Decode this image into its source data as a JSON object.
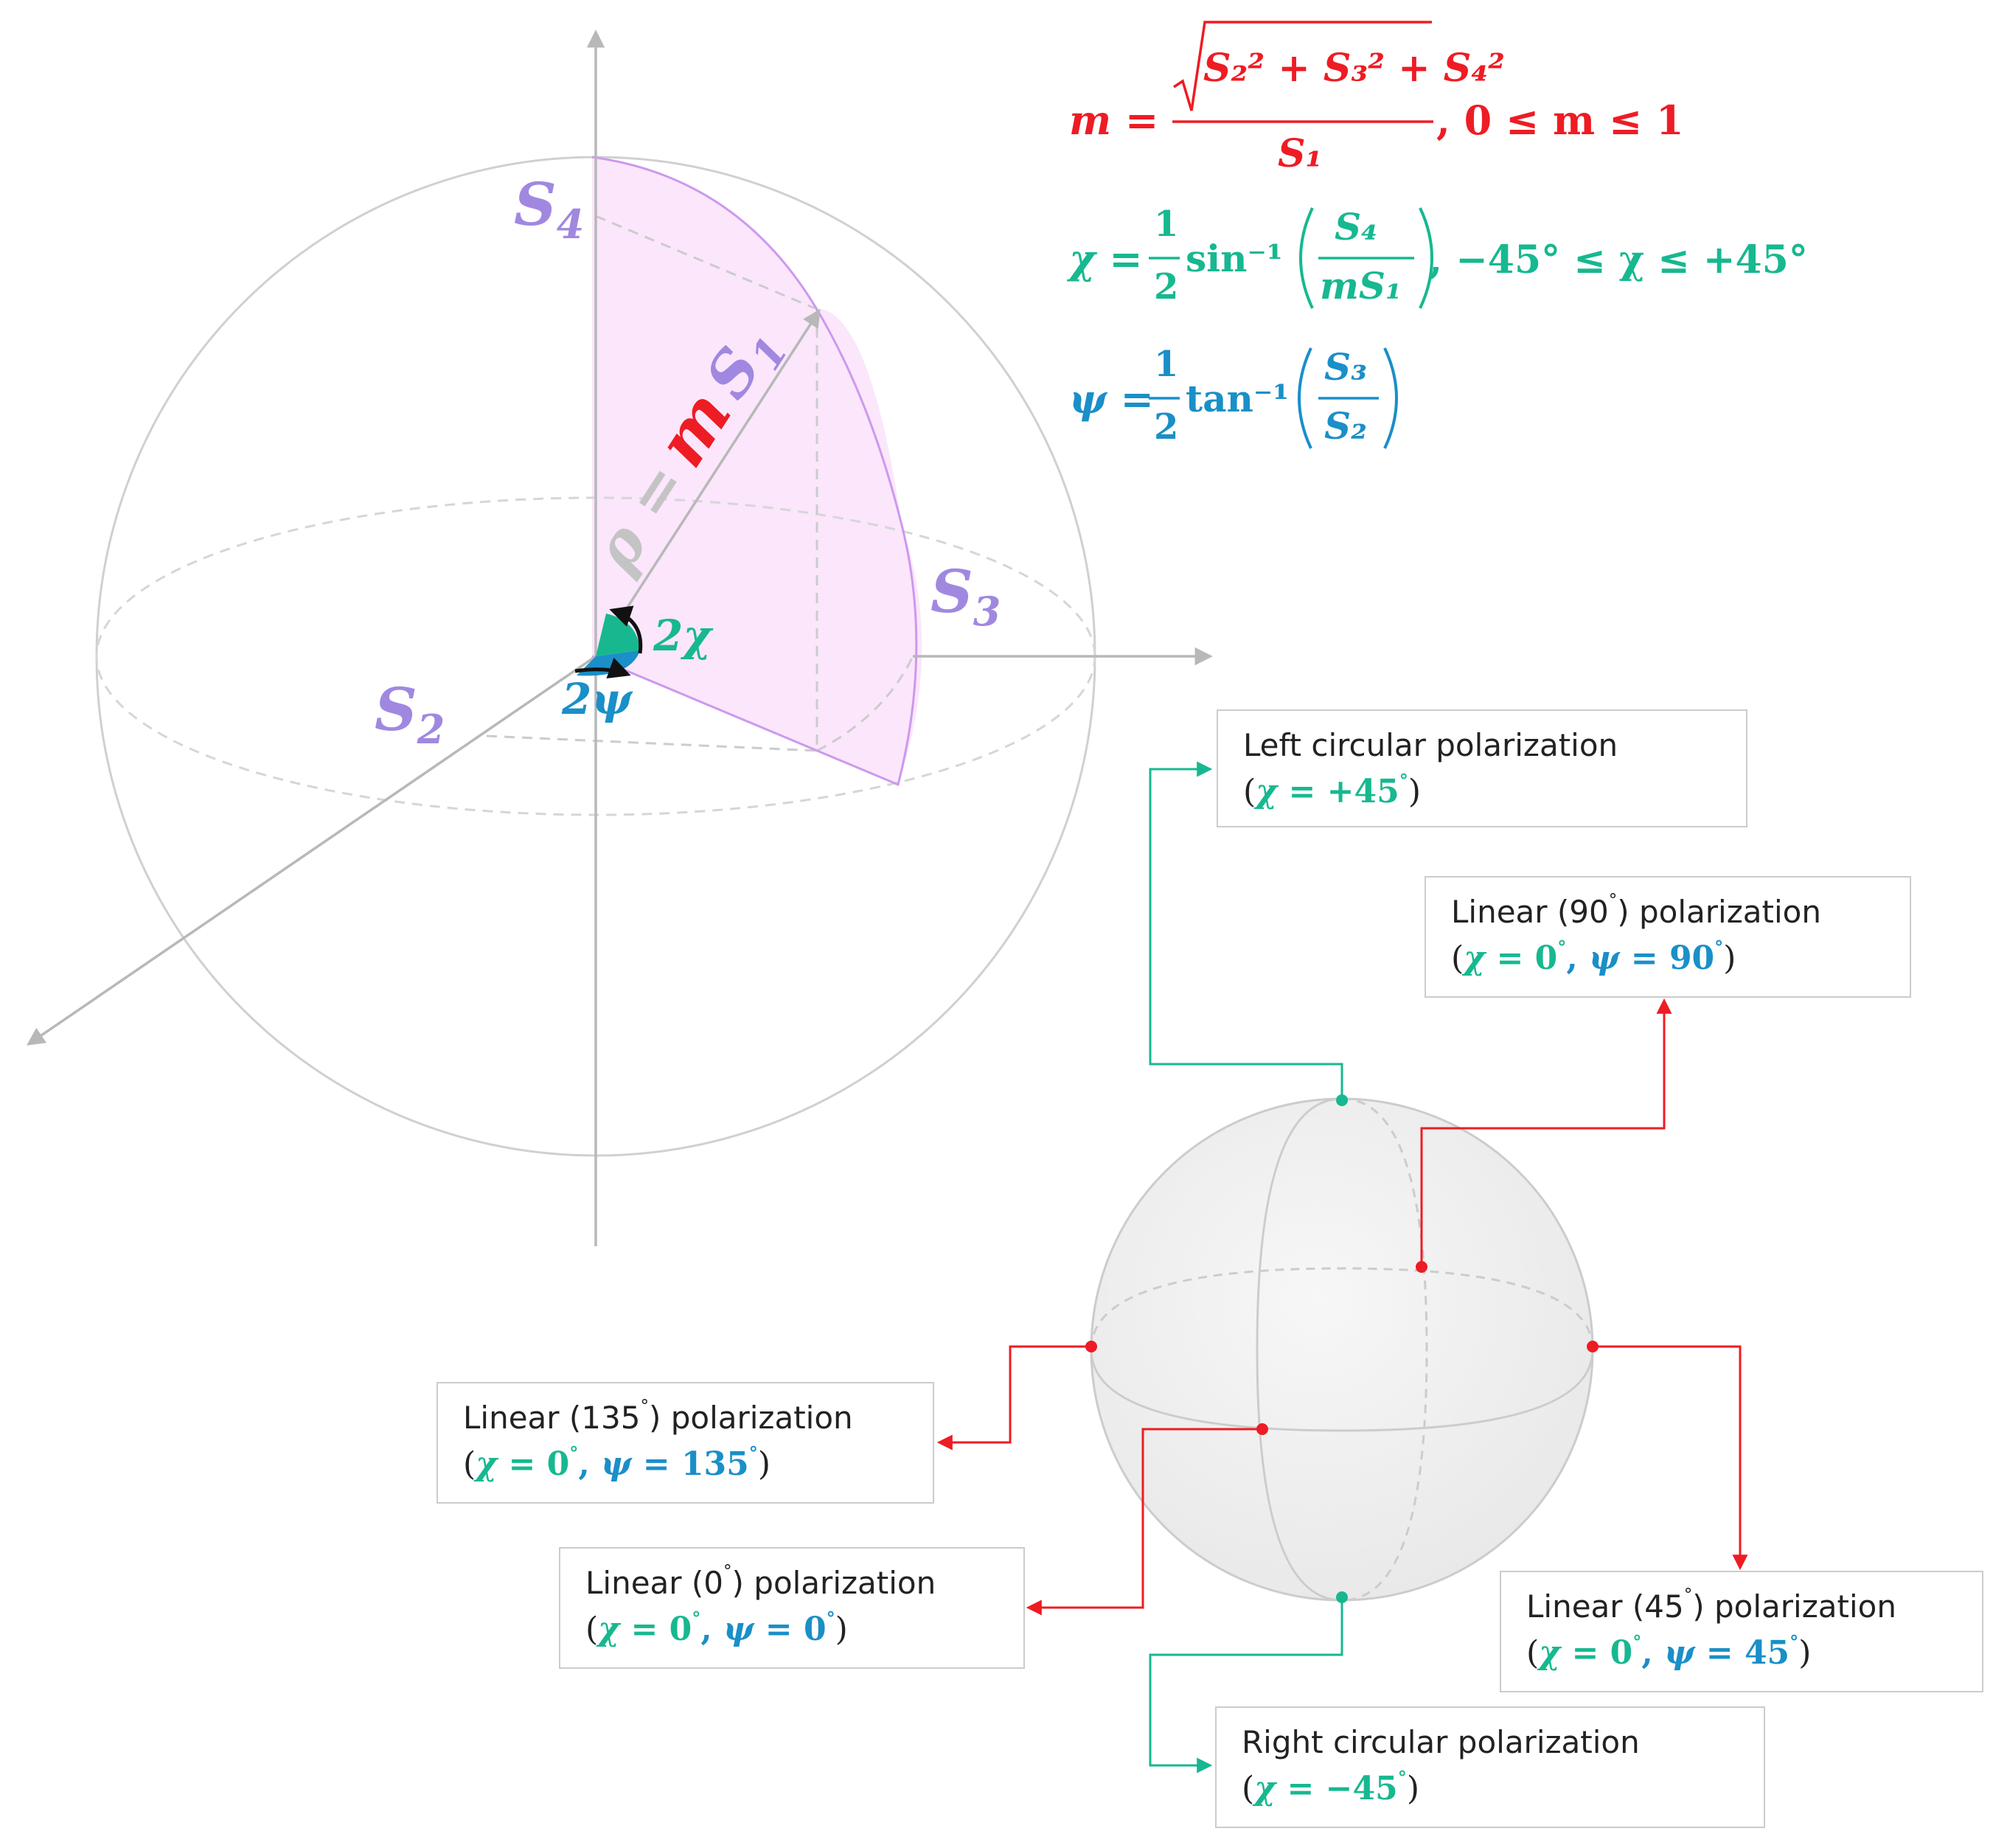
{
  "colors": {
    "axis": "#b8b8b8",
    "sphere": "#d0d0d0",
    "purple_label": "#a088e0",
    "purple_fill": "#fbe6fb",
    "purple_stroke": "#cc99ee",
    "red": "#ee1c24",
    "green": "#17b890",
    "blue": "#1a8fc8"
  },
  "axes": {
    "s4": "S",
    "s4_sub": "4",
    "s3": "S",
    "s3_sub": "3",
    "s2": "S",
    "s2_sub": "2"
  },
  "vector_label": {
    "rho": "ρ =",
    "m": "m",
    "s1": "S",
    "s1_sub": "1"
  },
  "angles": {
    "two_chi": "2χ",
    "two_psi": "2ψ"
  },
  "equations": {
    "m_lhs": "m =",
    "m_num": "S₂² + S₃² + S₄²",
    "m_den": "S₁",
    "m_range": ", 0 ≤ m ≤ 1",
    "chi_lhs": "χ =",
    "chi_func": "sin⁻¹",
    "chi_num": "S₄",
    "chi_den": "mS₁",
    "chi_range": ", −45° ≤ χ ≤  +45°",
    "psi_lhs": "ψ =",
    "psi_func": "tan⁻¹",
    "psi_num": "S₃",
    "psi_den": "S₂",
    "half_num": "1",
    "half_den": "2"
  },
  "boxes": {
    "left_circular": {
      "title": "Left circular polarization",
      "open": " (",
      "chi": "χ",
      "eq": " = ",
      "chi_val": " +45",
      "deg": "°",
      "close": ")"
    },
    "linear_90": {
      "title": "Linear (90",
      "title_deg": "°",
      "title_end": ") polarization",
      "open": "(",
      "chi": "χ",
      "eq": " = ",
      "chi_val": "0",
      "deg": "°",
      "sep": ", ",
      "psi": "ψ",
      "psi_val": "90",
      "close": ")"
    },
    "linear_135": {
      "title": "Linear (135",
      "title_deg": "°",
      "title_end": ") polarization",
      "open": "(",
      "chi": "χ",
      "eq": " = ",
      "chi_val": "0",
      "deg": "°",
      "sep": ", ",
      "psi": "ψ",
      "psi_val": "135",
      "close": ")"
    },
    "linear_0": {
      "title": "Linear (0",
      "title_deg": "°",
      "title_end": ") polarization",
      "open": "(",
      "chi": "χ",
      "eq": " = ",
      "chi_val": "0",
      "deg": "°",
      "sep": ", ",
      "psi": "ψ",
      "psi_val": "0",
      "close": ")"
    },
    "linear_45": {
      "title": "Linear (45",
      "title_deg": "°",
      "title_end": ") polarization",
      "open": "(",
      "chi": "χ",
      "eq": " = ",
      "chi_val": "0",
      "deg": "°",
      "sep": ", ",
      "psi": "ψ",
      "psi_val": "45",
      "close": ")"
    },
    "right_circular": {
      "title": "Right circular polarization",
      "open": " (",
      "chi": "χ",
      "eq": " = ",
      "chi_val": "−45",
      "deg": "°",
      "close": ")"
    }
  }
}
